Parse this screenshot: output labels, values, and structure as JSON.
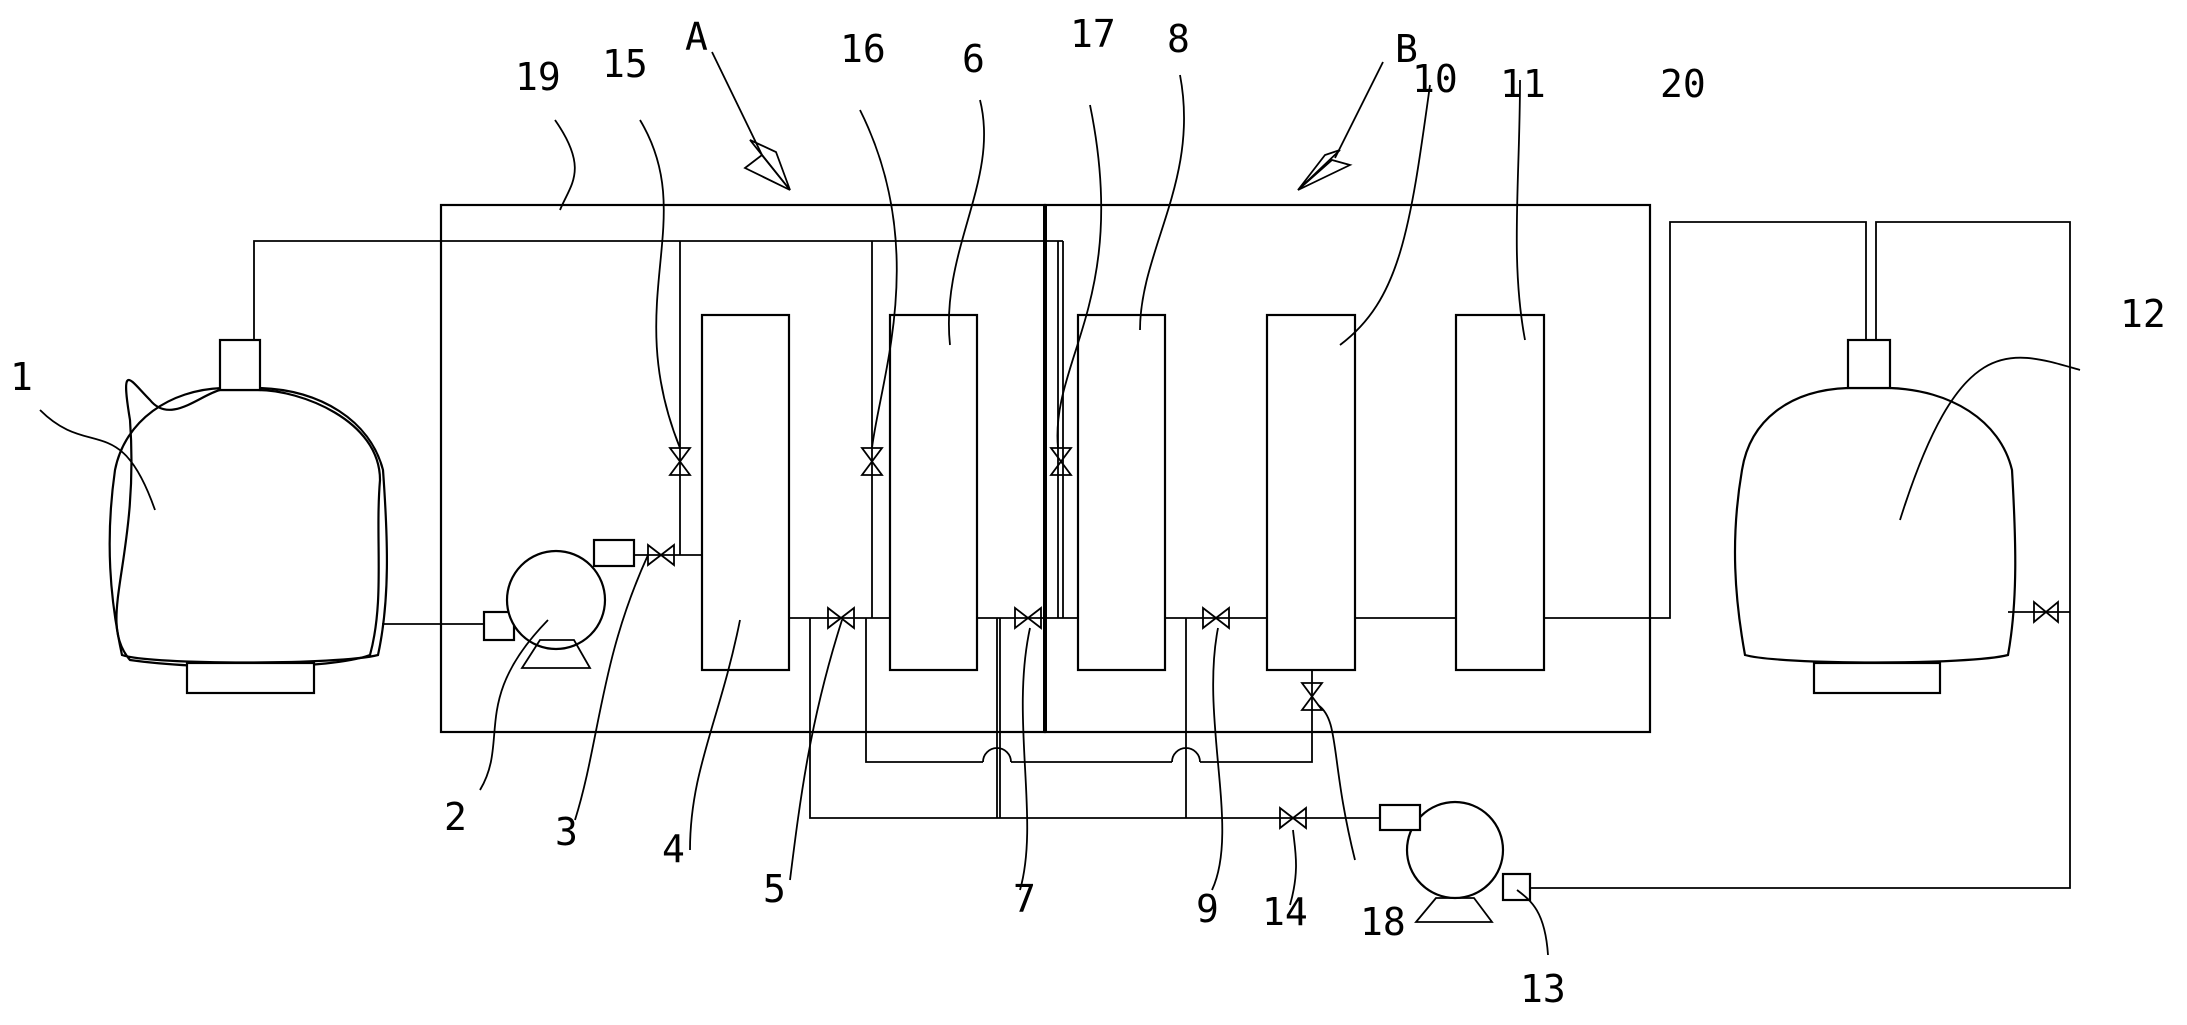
{
  "labels": {
    "n1": "1",
    "n2": "2",
    "n3": "3",
    "n4": "4",
    "n5": "5",
    "n6": "6",
    "n7": "7",
    "n8": "8",
    "n9": "9",
    "n10": "10",
    "n11": "11",
    "n12": "12",
    "n13": "13",
    "n14": "14",
    "n15": "15",
    "n16": "16",
    "n17": "17",
    "n18": "18",
    "n19": "19",
    "n20": "20",
    "A": "A",
    "B": "B"
  }
}
